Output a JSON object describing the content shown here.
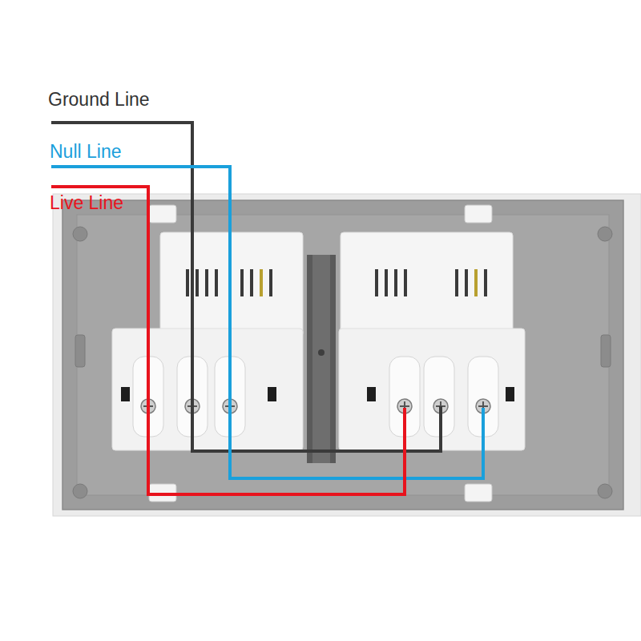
{
  "diagram": {
    "labels": [
      "Ground Line",
      "Null Line",
      "Live Line"
    ]
  }
}
